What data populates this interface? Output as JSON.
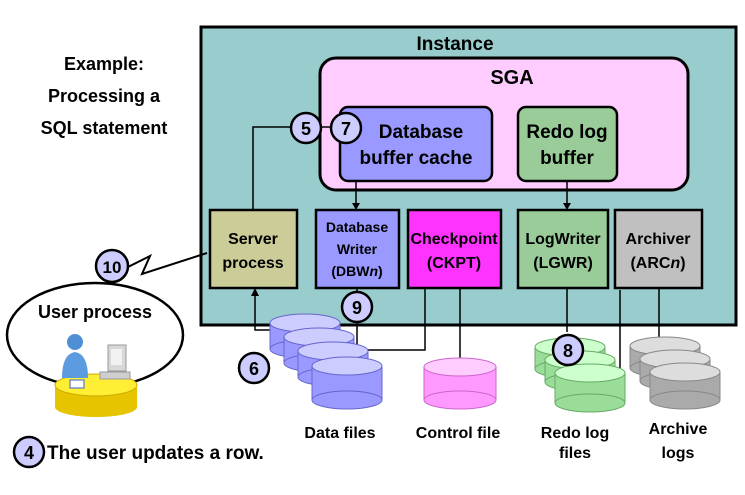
{
  "example": {
    "line1": "Example:",
    "line2": "Processing a",
    "line3": "SQL statement"
  },
  "instance": {
    "title": "Instance"
  },
  "sga": {
    "title": "SGA"
  },
  "db_buffer_cache": {
    "line1": "Database",
    "line2": "buffer cache"
  },
  "redo_log_buffer": {
    "line1": "Redo log",
    "line2": "buffer"
  },
  "server_process": {
    "line1": "Server",
    "line2": "process"
  },
  "database_writer": {
    "line1": "Database",
    "line2": "Writer",
    "line3_prefix": "(DBW",
    "line3_italic": "n",
    "line3_suffix": ")"
  },
  "checkpoint": {
    "line1": "Checkpoint",
    "line2": "(CKPT)"
  },
  "log_writer": {
    "line1": "LogWriter",
    "line2": "(LGWR)"
  },
  "archiver": {
    "line1": "Archiver",
    "line2_prefix": "(ARC",
    "line2_italic": "n",
    "line2_suffix": ")"
  },
  "user_process": {
    "label": "User process"
  },
  "steps": {
    "s4": "4",
    "s5": "5",
    "s6": "6",
    "s7": "7",
    "s8": "8",
    "s9": "9",
    "s10": "10"
  },
  "caption": {
    "text": "The user updates a row."
  },
  "files": {
    "data_files": "Data files",
    "control_file": "Control file",
    "redo_log_files_l1": "Redo log",
    "redo_log_files_l2": "files",
    "archive_logs_l1": "Archive",
    "archive_logs_l2": "logs"
  },
  "colors": {
    "instance_bg": "#99cccc",
    "sga_bg": "#ffccff",
    "db_cache": "#9999ff",
    "redo_buffer": "#99cc99",
    "server": "#cccc99",
    "dbwr": "#9999ff",
    "ckpt": "#ff33ff",
    "lgwr": "#99cc99",
    "arch": "#c0c0c0",
    "step_circle": "#ccccff"
  }
}
